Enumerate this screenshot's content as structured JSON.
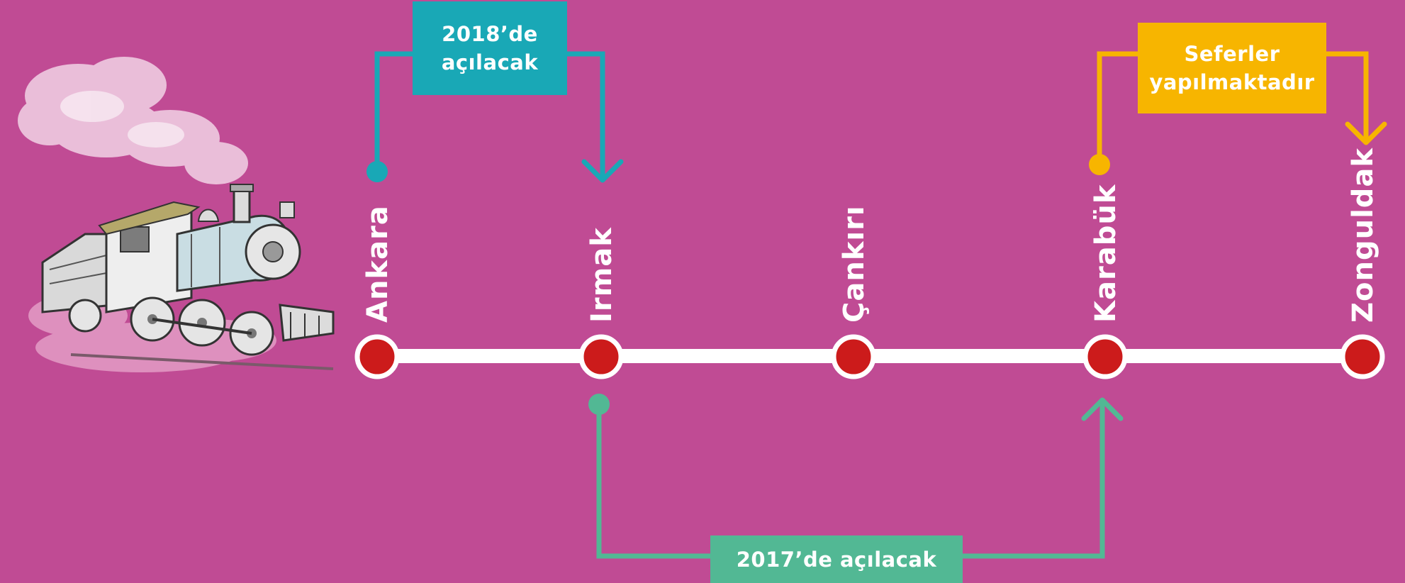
{
  "diagram": {
    "colors": {
      "background": "#c04b94",
      "rail": "#ffffff",
      "station": "#cc1b1b",
      "station_ring": "#ffffff",
      "teal": "#19a8b6",
      "green": "#52b894",
      "yellow": "#f7b500"
    },
    "stations": [
      {
        "name": "Ankara"
      },
      {
        "name": "Irmak"
      },
      {
        "name": "Çankırı"
      },
      {
        "name": "Karabük"
      },
      {
        "name": "Zonguldak"
      }
    ],
    "segments": [
      {
        "label_line1": "2018’de",
        "label_line2": "açılacak",
        "from": "Ankara",
        "to": "Irmak",
        "color": "teal"
      },
      {
        "label": "2017’de açılacak",
        "from": "Irmak",
        "to": "Karabük",
        "color": "green"
      },
      {
        "label_line1": "Seferler",
        "label_line2": "yapılmaktadır",
        "from": "Karabük",
        "to": "Zonguldak",
        "color": "yellow"
      }
    ],
    "illustration": {
      "icon": "steam-locomotive-icon"
    }
  }
}
